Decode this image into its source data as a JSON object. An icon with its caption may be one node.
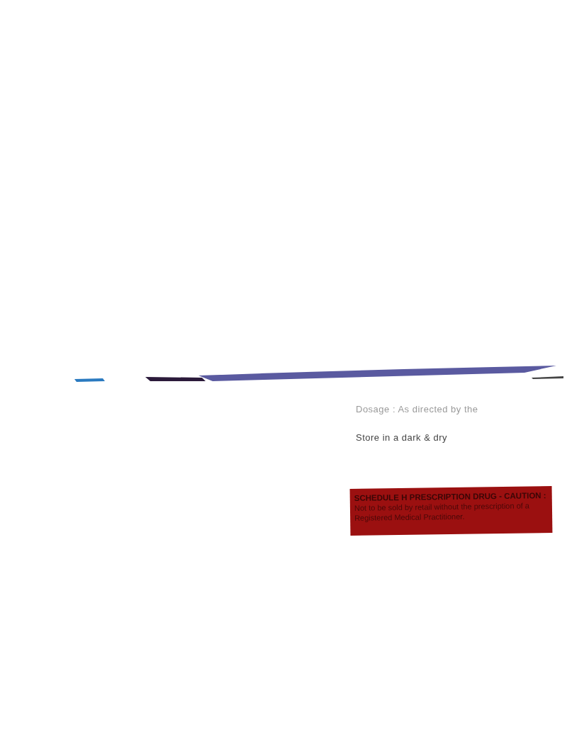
{
  "diagram": {
    "nodes": [
      {
        "text": [
          "SCHEDULE H PRESCRIPTION DRUG - CAUTION :",
          "Not to be sold by retail without the prescription of a Registered Medical Practitioner."
        ]
      }
    ],
    "edges": [],
    "labels": [
      "Dosage : As directed by the",
      "Store in a dark & dry"
    ]
  }
}
